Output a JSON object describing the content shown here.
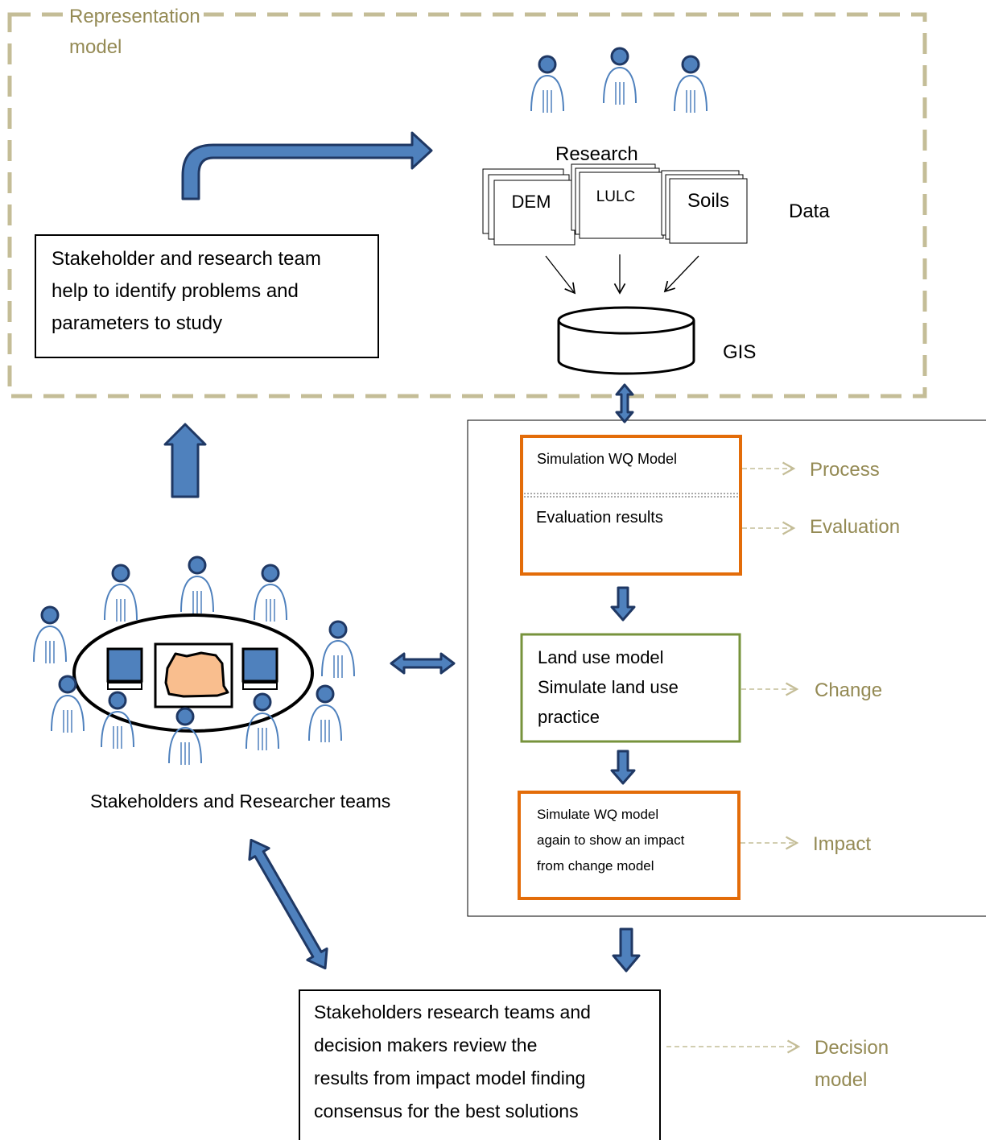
{
  "representation": {
    "label_line1": "Representation",
    "label_line2": "model",
    "border_color": "#C4BD97"
  },
  "research": {
    "title": "Research",
    "data_label": "Data",
    "layers": [
      "DEM",
      "LULC",
      "Soils"
    ],
    "gis_label": "GIS"
  },
  "stakeholder_box": {
    "lines": [
      "Stakeholder and research team",
      "help to identify problems and",
      "parameters to study"
    ]
  },
  "simulation_box": {
    "title": "Simulation WQ Model",
    "evaluation": "Evaluation results",
    "border_color": "#E36C09"
  },
  "landuse_box": {
    "lines": [
      "Land use model",
      "Simulate land use",
      "practice"
    ],
    "border_color": "#77933C"
  },
  "impact_box": {
    "lines": [
      "Simulate WQ model",
      "again to show an impact",
      "from change model"
    ],
    "border_color": "#E36C09"
  },
  "side_labels": {
    "process": "Process",
    "evaluation": "Evaluation",
    "change": "Change",
    "impact": "Impact",
    "decision_line1": "Decision",
    "decision_line2": "model",
    "color": "#948A54"
  },
  "teams_label": "Stakeholders and Researcher teams",
  "decision_box": {
    "lines": [
      "Stakeholders research teams and",
      "decision makers review the",
      "results from impact model finding",
      "consensus for the best solutions"
    ]
  },
  "colors": {
    "arrow_fill": "#4F81BD",
    "arrow_stroke": "#1F3864",
    "person_stroke": "#4F81BD",
    "map_fill": "#F9BE8E"
  }
}
